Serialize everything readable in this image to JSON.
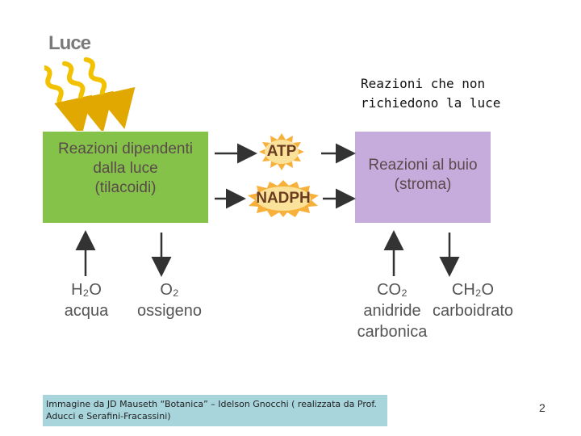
{
  "luce_label": "Luce",
  "annotation": {
    "line1": "Reazioni che non",
    "line2": "richiedono la luce"
  },
  "light_box": {
    "line1": "Reazioni dipendenti",
    "line2": "dalla luce",
    "line3": "(tilacoidi)"
  },
  "dark_box": {
    "line1": "Reazioni al buio",
    "line2": "(stroma)"
  },
  "molecules": {
    "atp": "ATP",
    "nadph": "NADPH"
  },
  "inputs_outputs": {
    "water": {
      "formula": "H₂O",
      "name": "acqua"
    },
    "oxygen": {
      "formula": "O₂",
      "name": "ossigeno"
    },
    "co2": {
      "formula": "CO₂",
      "name_line1": "anidride",
      "name_line2": "carbonica"
    },
    "carbohydrate": {
      "formula": "CH₂O",
      "name": "carboidrato"
    }
  },
  "footer": {
    "caption": "Immagine da JD Mauseth “Botanica” – Idelson Gnocchi ( realizzata da Prof. Aducci e Serafini-Fracassini)",
    "page_number": "2"
  },
  "colors": {
    "light_box": "#84c24a",
    "dark_box": "#c6abdd",
    "light_rays": "#f2c200",
    "footer_bg": "#a8d5dc"
  }
}
